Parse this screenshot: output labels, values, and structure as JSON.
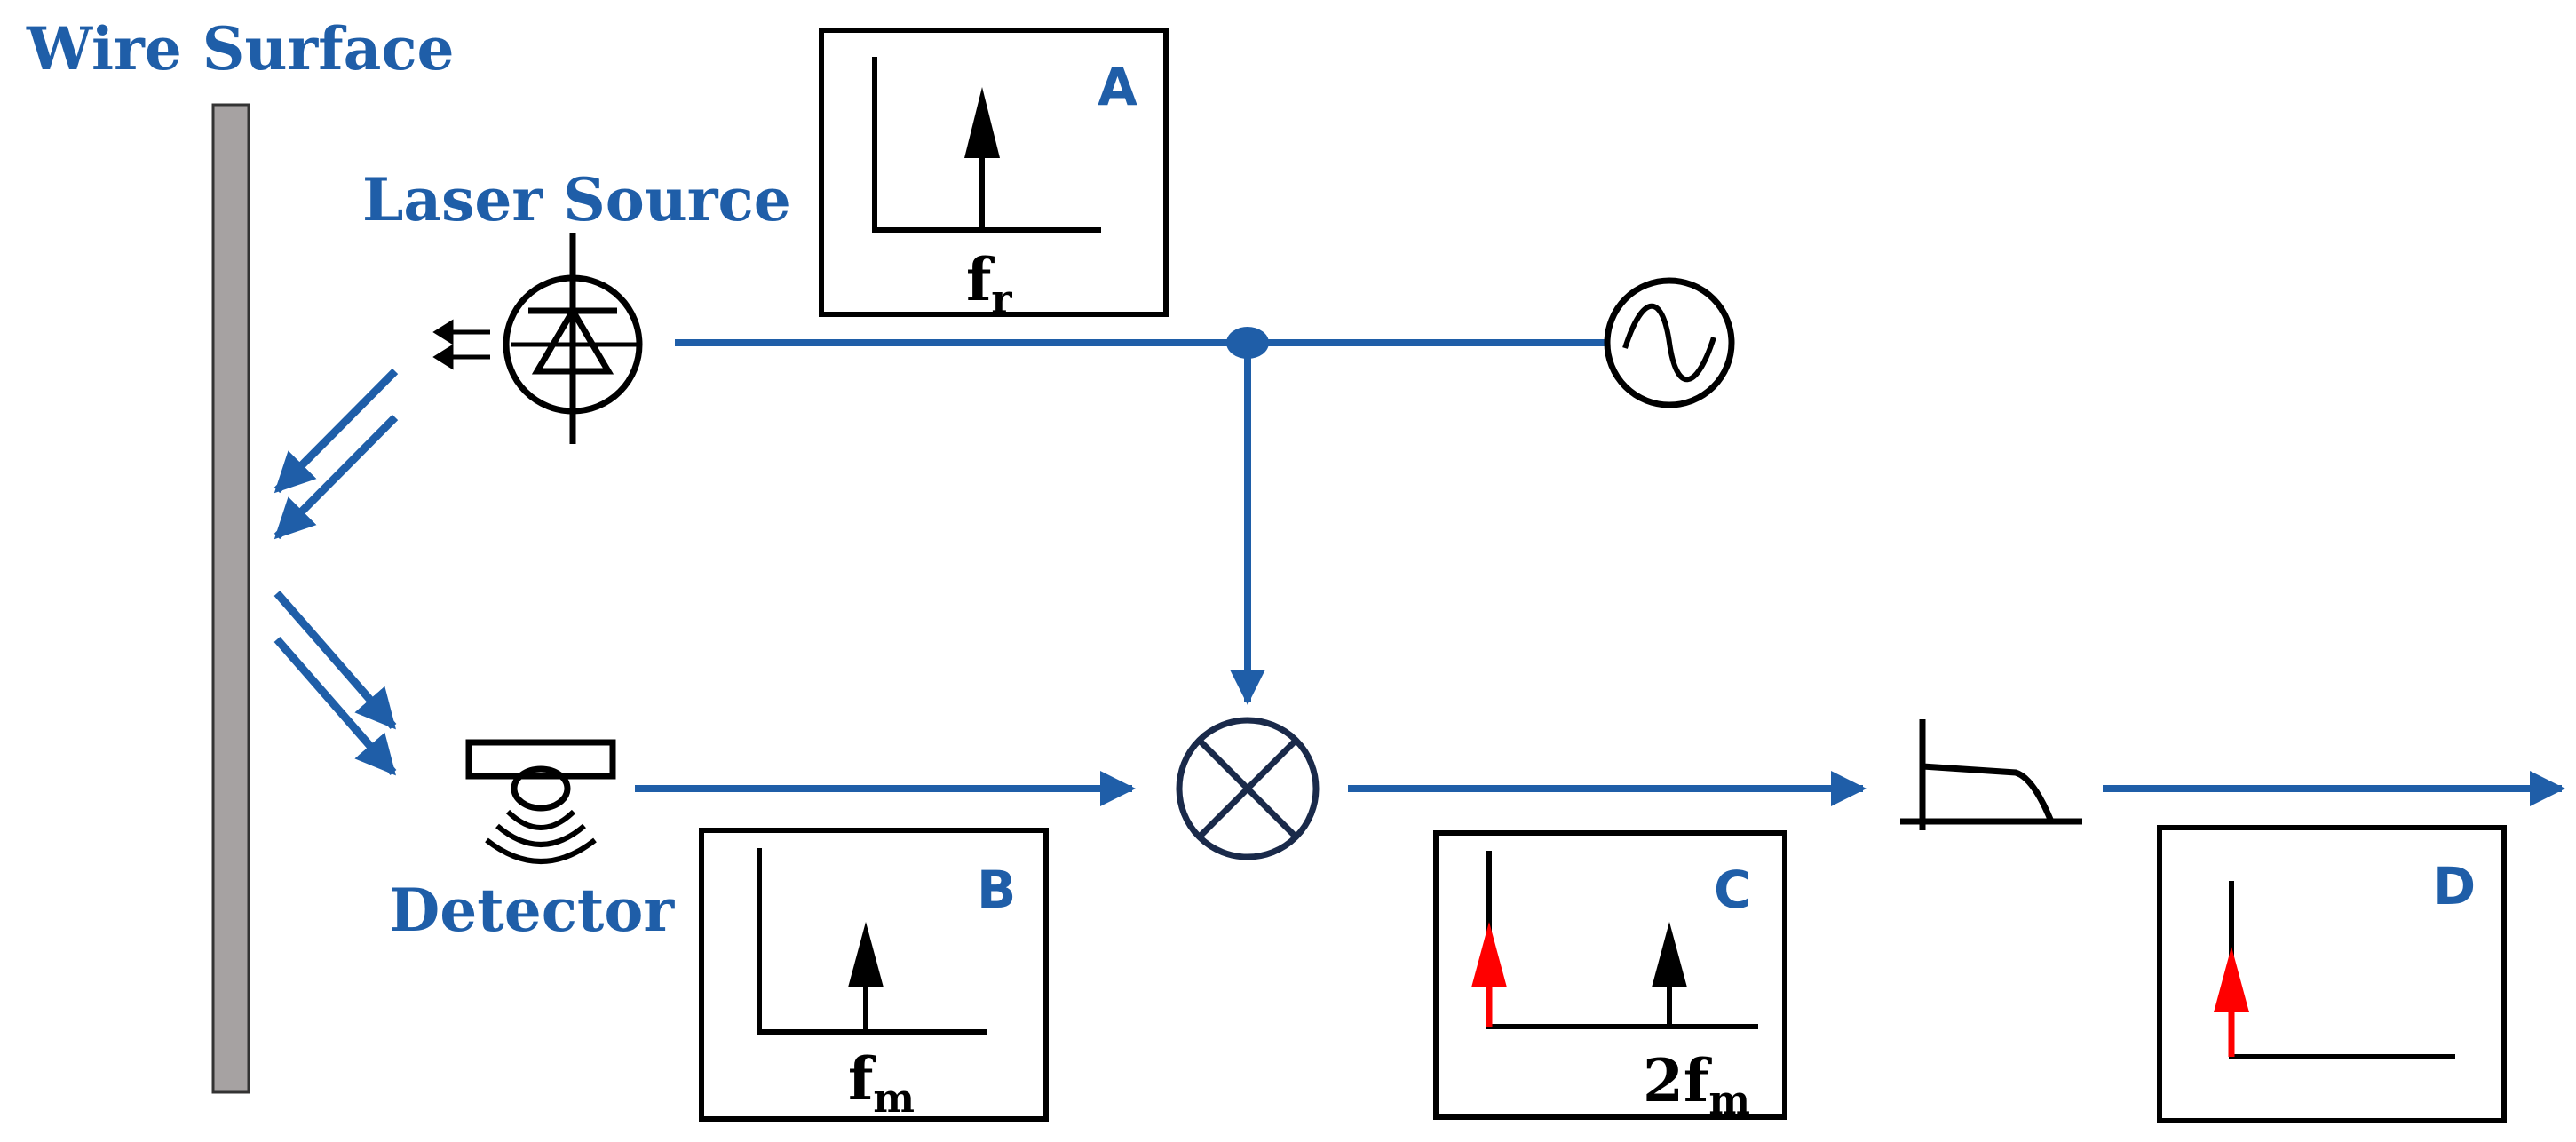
{
  "labels": {
    "wire_surface": "Wire Surface",
    "laser_source": "Laser Source",
    "detector": "Detector"
  },
  "panels": {
    "a": {
      "letter": "A",
      "freq_main": "f",
      "freq_sub": "r"
    },
    "b": {
      "letter": "B",
      "freq_main": "f",
      "freq_sub": "m"
    },
    "c": {
      "letter": "C",
      "freq_main": "2f",
      "freq_sub": "m"
    },
    "d": {
      "letter": "D"
    }
  },
  "colors": {
    "line_blue": "#1f5ea8",
    "wire_gray": "#a6a2a2",
    "dc_red": "#ff0000",
    "spectrum_black": "#000000",
    "symbol_navy": "#1a2a4a"
  },
  "components": {
    "oscillator": "sine-oscillator-icon",
    "mixer": "mixer-multiplier-icon",
    "filter": "low-pass-filter-icon",
    "laser": "laser-diode-icon",
    "detector": "photodetector-icon"
  }
}
